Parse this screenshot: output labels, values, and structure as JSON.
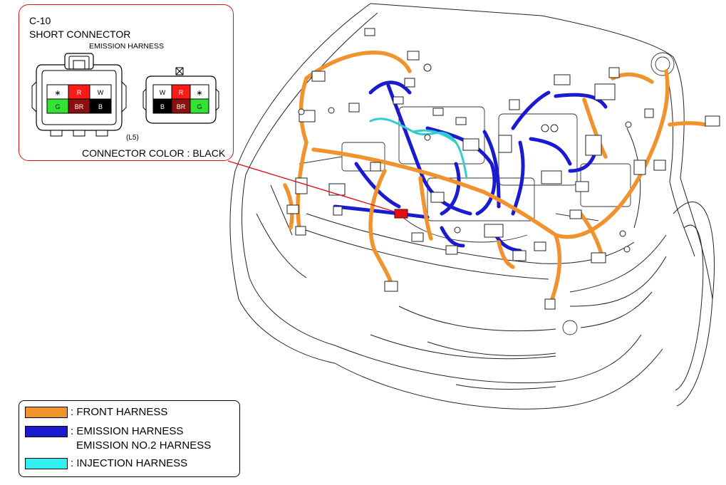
{
  "callout": {
    "code": "C-10",
    "name": "SHORT CONNECTOR",
    "harness": "EMISSION HARNESS",
    "location": "(L5)",
    "connector_color": "CONNECTOR COLOR : BLACK"
  },
  "connector_left": {
    "top_row": [
      "∗",
      "R",
      "W"
    ],
    "bottom_row": [
      "G",
      "BR",
      "B"
    ]
  },
  "connector_right": {
    "top_row": [
      "W",
      "R",
      "∗"
    ],
    "bottom_row": [
      "B",
      "BR",
      "G"
    ]
  },
  "legend": {
    "items": [
      {
        "color": "#f0932e",
        "label": ": FRONT HARNESS",
        "label2": ""
      },
      {
        "color": "#1a1ad0",
        "label": ": EMISSION HARNESS",
        "label2": "EMISSION NO.2 HARNESS"
      },
      {
        "color": "#33f0f0",
        "label": ": INJECTION HARNESS",
        "label2": ""
      }
    ]
  },
  "colors": {
    "front_harness": "#f0932e",
    "emission_harness": "#1a1ad0",
    "injection_harness": "#33f0f0",
    "callout_border": "#e0101a",
    "short_connector_highlight": "#e01010",
    "pin_red": "#ff1a1a",
    "pin_brown": "#8b0f0f",
    "pin_green": "#33e333",
    "pin_black": "#000000"
  }
}
